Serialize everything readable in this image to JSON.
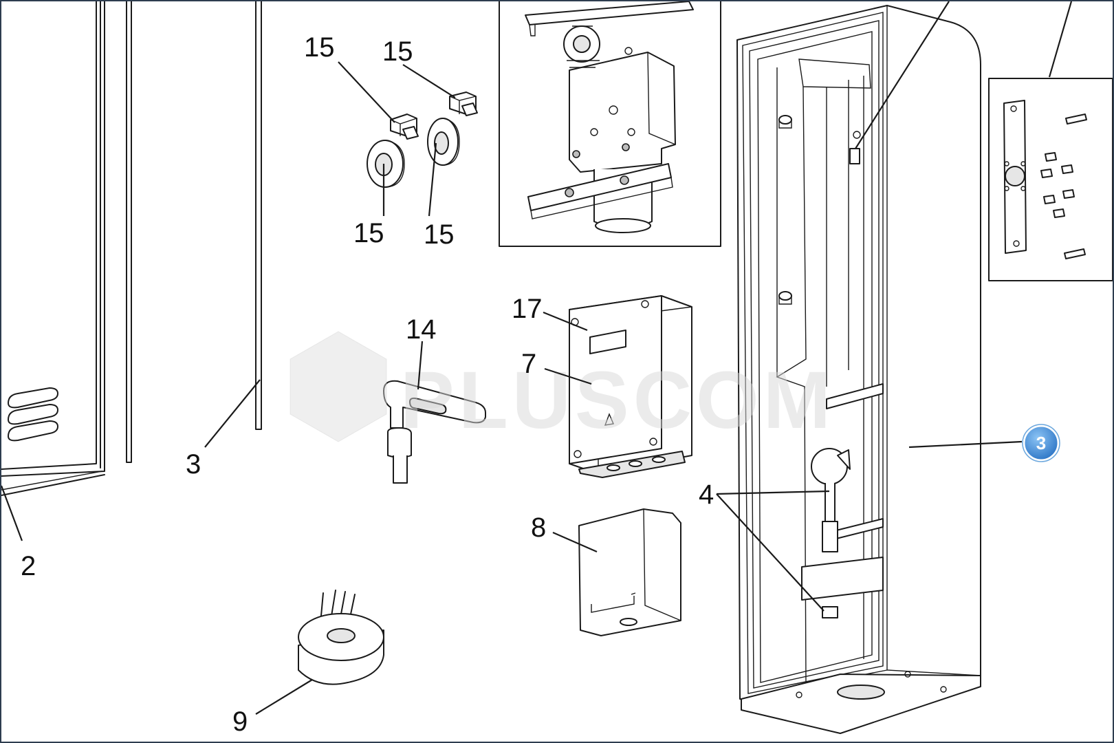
{
  "callouts": {
    "c15a": "15",
    "c15b": "15",
    "c15c": "15",
    "c15d": "15",
    "c14": "14",
    "c17": "17",
    "c7": "7",
    "c3": "3",
    "c2": "2",
    "c4": "4",
    "c8": "8",
    "c9": "9"
  },
  "badge": {
    "label": "3",
    "color": "#3d8fd9"
  },
  "watermark": {
    "text": "PLUSCOM"
  },
  "colors": {
    "line": "#1a1a1a",
    "frame": "#2e3d4f"
  }
}
